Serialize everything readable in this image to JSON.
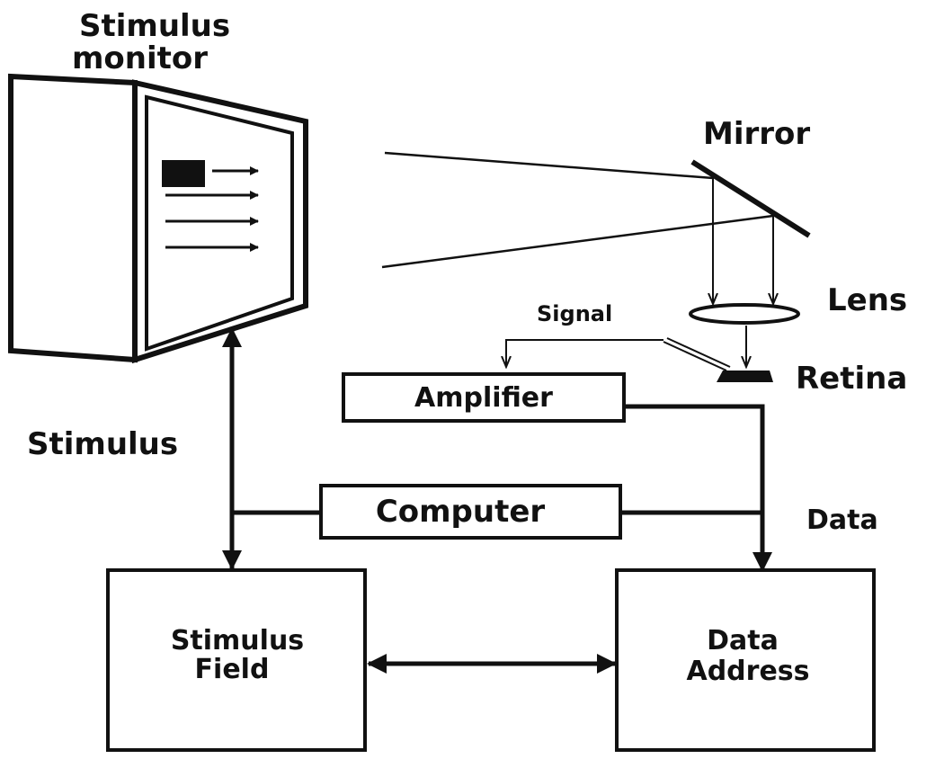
{
  "labels": {
    "stimulus_monitor_line1": "Stimulus",
    "stimulus_monitor_line2": "monitor",
    "mirror": "Mirror",
    "lens": "Lens",
    "signal": "Signal",
    "retina": "Retina",
    "amplifier": "Amplifier",
    "stimulus": "Stimulus",
    "computer": "Computer",
    "data": "Data",
    "stimulus_field_line1": "Stimulus",
    "stimulus_field_line2": "Field",
    "data_address_line1": "Data",
    "data_address_line2": "Address"
  },
  "colors": {
    "ink": "#111111",
    "background": "#ffffff"
  }
}
